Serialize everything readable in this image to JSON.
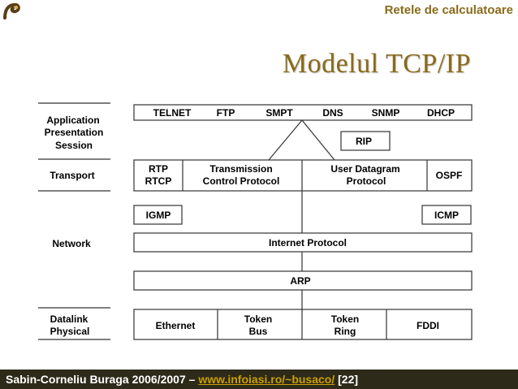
{
  "header": {
    "course_title": "Retele de calculatoare",
    "slide_title": "Modelul TCP/IP"
  },
  "osi_layers": {
    "application": [
      "Application",
      "Presentation",
      "Session"
    ],
    "transport": "Transport",
    "network": "Network",
    "datalink": [
      "Datalink",
      "Physical"
    ]
  },
  "application_protocols": [
    "TELNET",
    "FTP",
    "SMPT",
    "DNS",
    "SNMP",
    "DHCP"
  ],
  "rip": "RIP",
  "transport_protocols": {
    "rtp": [
      "RTP",
      "RTCP"
    ],
    "tcp": [
      "Transmission",
      "Control Protocol"
    ],
    "udp": [
      "User Datagram",
      "Protocol"
    ],
    "ospf": "OSPF"
  },
  "network_protocols": {
    "igmp": "IGMP",
    "icmp": "ICMP",
    "ip": "Internet Protocol",
    "arp": "ARP"
  },
  "datalink_protocols": {
    "ethernet": "Ethernet",
    "token_bus": [
      "Token",
      "Bus"
    ],
    "token_ring": [
      "Token",
      "Ring"
    ],
    "fddi": "FDDI"
  },
  "footer": {
    "author": "Sabin-Corneliu Buraga 2006/2007 – ",
    "url": "www.infoiasi.ro/~busaco/",
    "page": " [22]"
  },
  "colors": {
    "title": "#8a6a1a",
    "footer_bg": "#2e2a1a",
    "footer_url": "#c8a000"
  }
}
